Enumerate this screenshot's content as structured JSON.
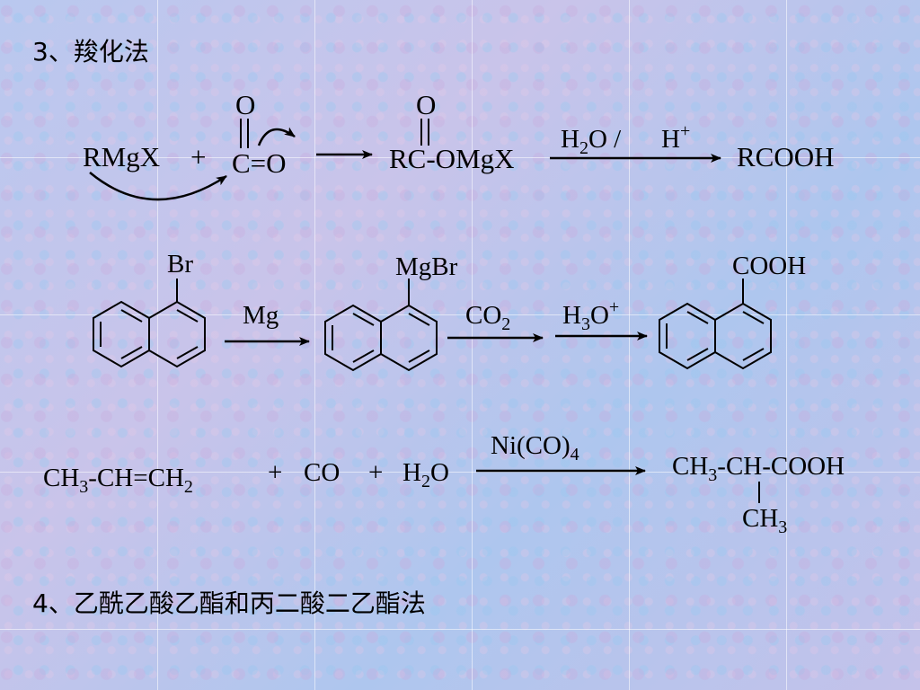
{
  "headings": {
    "section3": "3、羧化法",
    "section4": "4、乙酰乙酸乙酯和丙二酸二乙酯法"
  },
  "reaction1": {
    "rmgx": "RMgX",
    "plus": "+",
    "o_top": "O",
    "co2": "C=O",
    "product_o": "O",
    "intermediate": "RC-OMgX",
    "h2o_sep": "H",
    "h2o_sub": "2",
    "h2o_o": "O /",
    "h_plus": "H",
    "plus_sup": "+",
    "product": "RCOOH"
  },
  "reaction2": {
    "br": "Br",
    "mg": "Mg",
    "mgbr": "MgBr",
    "co2_c": "CO",
    "co2_sub": "2",
    "h3o_h": "H",
    "h3o_sub": "3",
    "h3o_o": "O",
    "h3o_plus": "+",
    "cooh": "COOH"
  },
  "reaction3": {
    "ch3": "CH",
    "ch3_sub": "3",
    "propene_rest": "-CH=CH",
    "ch2_sub": "2",
    "plus1": "+",
    "co": "CO",
    "plus2": "+",
    "h2o_h": "H",
    "h2o_sub": "2",
    "h2o_o": "O",
    "catalyst": "Ni(CO)",
    "catalyst_sub": "4",
    "prod_ch3": "CH",
    "prod_ch3_sub": "3",
    "prod_rest": "-CH-COOH",
    "branch_ch": "CH",
    "branch_sub": "3"
  }
}
